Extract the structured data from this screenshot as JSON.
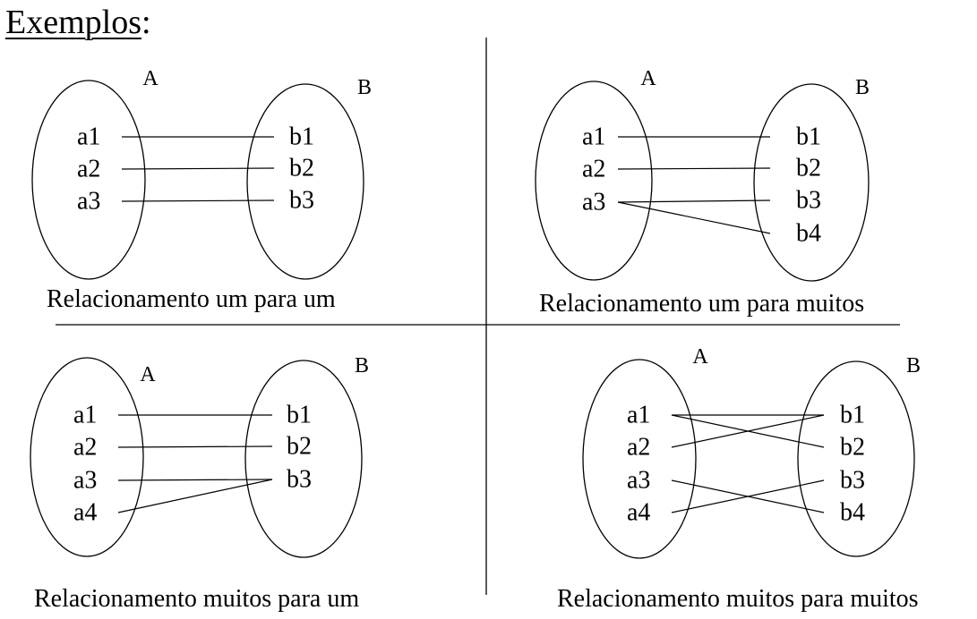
{
  "title": {
    "word": "Exemplos",
    "colon": ":"
  },
  "panels": [
    {
      "caption": "Relacionamento um para um",
      "set_a": {
        "label": "A",
        "elements": [
          "a1",
          "a2",
          "a3"
        ]
      },
      "set_b": {
        "label": "B",
        "elements": [
          "b1",
          "b2",
          "b3"
        ]
      },
      "mappings": [
        [
          "a1",
          "b1"
        ],
        [
          "a2",
          "b2"
        ],
        [
          "a3",
          "b3"
        ]
      ]
    },
    {
      "caption": "Relacionamento um para muitos",
      "set_a": {
        "label": "A",
        "elements": [
          "a1",
          "a2",
          "a3"
        ]
      },
      "set_b": {
        "label": "B",
        "elements": [
          "b1",
          "b2",
          "b3",
          "b4"
        ]
      },
      "mappings": [
        [
          "a1",
          "b1"
        ],
        [
          "a2",
          "b2"
        ],
        [
          "a3",
          "b3"
        ],
        [
          "a3",
          "b4"
        ]
      ]
    },
    {
      "caption": "Relacionamento muitos para um",
      "set_a": {
        "label": "A",
        "elements": [
          "a1",
          "a2",
          "a3",
          "a4"
        ]
      },
      "set_b": {
        "label": "B",
        "elements": [
          "b1",
          "b2",
          "b3"
        ]
      },
      "mappings": [
        [
          "a1",
          "b1"
        ],
        [
          "a2",
          "b2"
        ],
        [
          "a3",
          "b3"
        ],
        [
          "a4",
          "b3"
        ]
      ]
    },
    {
      "caption": "Relacionamento muitos para muitos",
      "set_a": {
        "label": "A",
        "elements": [
          "a1",
          "a2",
          "a3",
          "a4"
        ]
      },
      "set_b": {
        "label": "B",
        "elements": [
          "b1",
          "b2",
          "b3",
          "b4"
        ]
      },
      "mappings": [
        [
          "a1",
          "b1"
        ],
        [
          "a1",
          "b2"
        ],
        [
          "a2",
          "b1"
        ],
        [
          "a3",
          "b4"
        ],
        [
          "a4",
          "b3"
        ]
      ]
    }
  ]
}
